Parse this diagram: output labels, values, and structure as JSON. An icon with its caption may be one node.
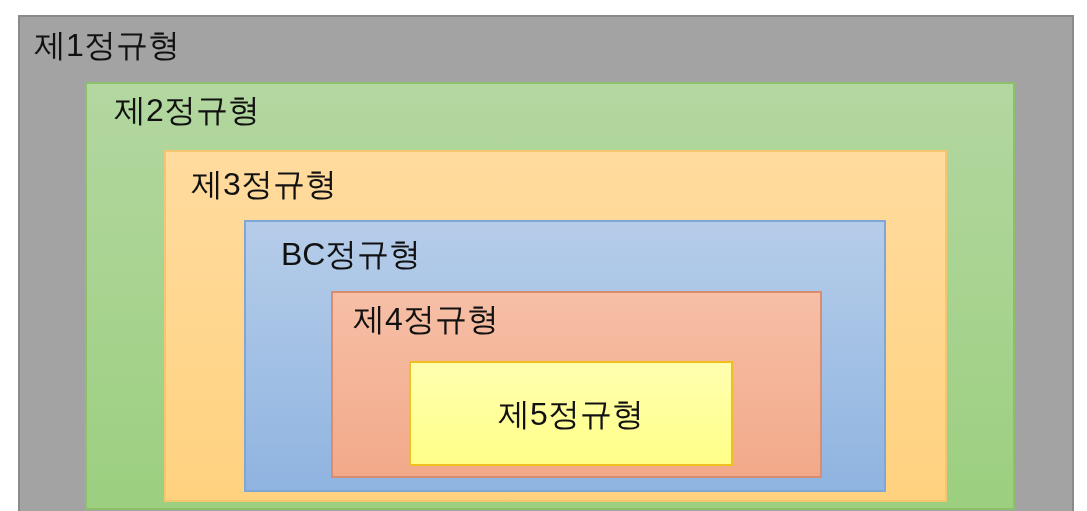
{
  "diagram": {
    "nodes": [
      {
        "text": [
          "제1정규형"
        ]
      },
      {
        "text": [
          "제2정규형"
        ],
        "in": 0
      },
      {
        "text": [
          "제3정규형"
        ],
        "in": 1
      },
      {
        "text": [
          "BC정규형"
        ],
        "in": 2
      },
      {
        "text": [
          "제4정규형"
        ],
        "in": 3
      },
      {
        "text": [
          "제5정규형"
        ],
        "in": 4
      }
    ]
  }
}
